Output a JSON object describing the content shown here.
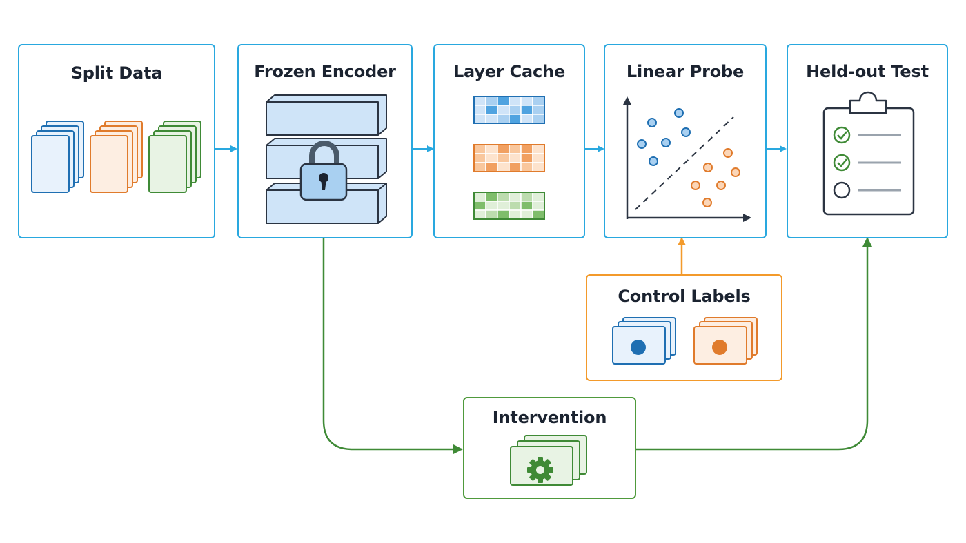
{
  "nodes": {
    "split_data": {
      "title": "Split Data"
    },
    "frozen_encoder": {
      "title": "Frozen Encoder"
    },
    "layer_cache": {
      "title": "Layer Cache"
    },
    "linear_probe": {
      "title": "Linear Probe"
    },
    "held_out_test": {
      "title": "Held-out Test"
    },
    "control_labels": {
      "title": "Control Labels"
    },
    "intervention": {
      "title": "Intervention"
    }
  },
  "colors": {
    "blue": "#29a8df",
    "orange": "#f39a2b",
    "green": "#4f9a3c",
    "dark_blue": "#1f6fb2",
    "dark_orange": "#e07b2c",
    "dark_green": "#3f8a36",
    "ink": "#2b3442"
  }
}
